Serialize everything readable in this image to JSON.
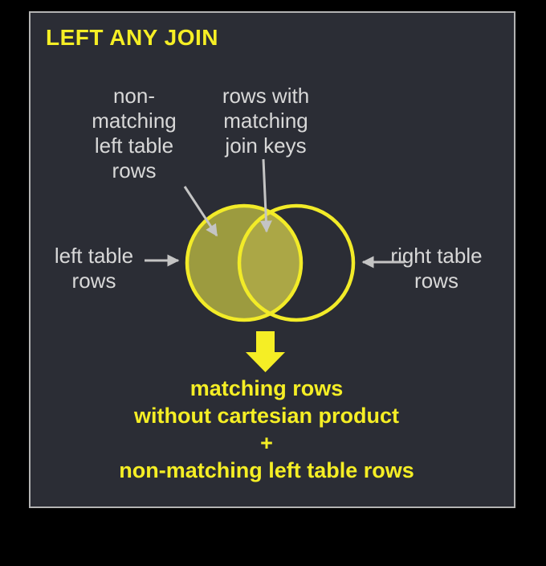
{
  "panel": {
    "title": "LEFT ANY JOIN"
  },
  "colors": {
    "background": "#000000",
    "panel_bg": "#2b2d35",
    "panel_border": "#b3b3b3",
    "accent_yellow": "#f5ee25",
    "venn_fill": "#9c9b3f",
    "venn_overlap_fill": "#aba746",
    "venn_stroke": "#f2eb28",
    "label_gray": "#d8d8d8",
    "arrow_gray": "#c4c4c4"
  },
  "labels": {
    "non_matching": {
      "lines": [
        "non-",
        "matching",
        "left table",
        "rows"
      ]
    },
    "matching_keys": {
      "lines": [
        "rows with",
        "matching",
        "join keys"
      ]
    },
    "left_table": {
      "lines": [
        "left table",
        "rows"
      ]
    },
    "right_table": {
      "lines": [
        "right table",
        "rows"
      ]
    }
  },
  "result": {
    "lines": [
      "matching rows",
      "without cartesian product",
      "+",
      "non-matching left table rows"
    ]
  }
}
